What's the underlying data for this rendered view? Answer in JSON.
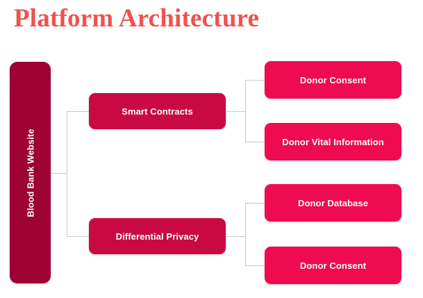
{
  "title": "Platform Architecture",
  "colors": {
    "title": "#ef524e",
    "root": "#9e0234",
    "level2": "#c90a42",
    "level3": "#ee0b50",
    "connector": "#c9c9c9",
    "background": "#ffffff",
    "node_text": "#ffffff"
  },
  "root": {
    "label": "Blood Bank Website"
  },
  "branches": [
    {
      "label": "Smart Contracts",
      "children": [
        {
          "label": "Donor Consent"
        },
        {
          "label": "Donor Vital Information"
        }
      ]
    },
    {
      "label": "Differential Privacy",
      "children": [
        {
          "label": "Donor Database"
        },
        {
          "label": "Donor Consent"
        }
      ]
    }
  ]
}
